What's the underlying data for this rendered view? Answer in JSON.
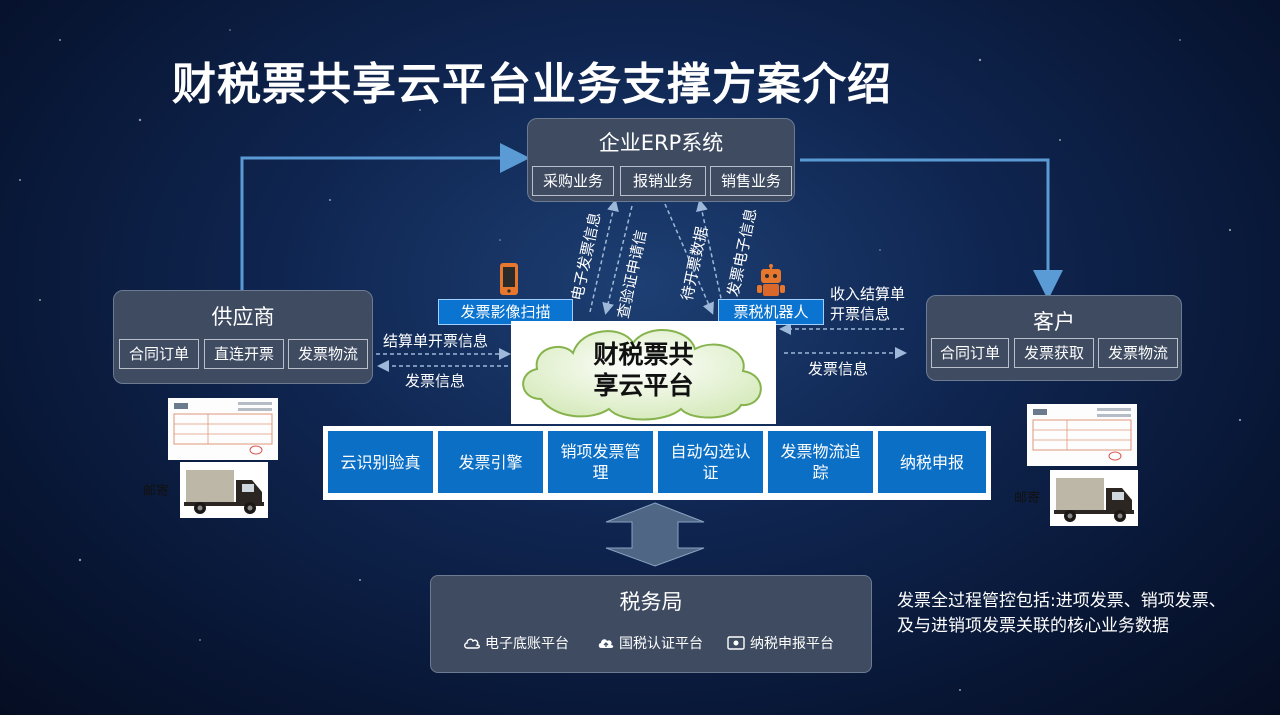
{
  "title": "财税票共享云平台业务支撑方案介绍",
  "erp": {
    "title": "企业ERP系统",
    "items": [
      "采购业务",
      "报销业务",
      "销售业务"
    ]
  },
  "supplier": {
    "title": "供应商",
    "items": [
      "合同订单",
      "直连开票",
      "发票物流"
    ]
  },
  "customer": {
    "title": "客户",
    "items": [
      "合同订单",
      "发票获取",
      "发票物流"
    ]
  },
  "platform": {
    "line1": "财税票共",
    "line2": "享云平台",
    "scan_label": "发票影像扫描",
    "robot_label": "票税机器人"
  },
  "flows": {
    "e_invoice_info": "电子发票信息",
    "verify_request": "查验证申请信",
    "pending_invoice_data": "待开票数据",
    "e_invoice_info_2": "发票电子信息",
    "settlement_invoice_info": "结算单开票信息",
    "invoice_info_left": "发票信息",
    "income_settlement_1": "收入结算单",
    "income_settlement_2": "开票信息",
    "invoice_info_right": "发票信息",
    "mail_left": "邮寄",
    "mail_right": "邮寄"
  },
  "modules": [
    "云识别验真",
    "发票引擎",
    "销项发票管理",
    "自动勾选认证",
    "发票物流追踪",
    "纳税申报"
  ],
  "tax_bureau": {
    "title": "税务局",
    "items": [
      "电子底账平台",
      "国税认证平台",
      "纳税申报平台"
    ]
  },
  "note": "发票全过程管控包括:进项发票、销项发票、及与进销项发票关联的核心业务数据",
  "colors": {
    "accent_blue": "#0b6fc6",
    "box_gray": "#3e4b61",
    "arrow_blue": "#5b9bd5"
  }
}
